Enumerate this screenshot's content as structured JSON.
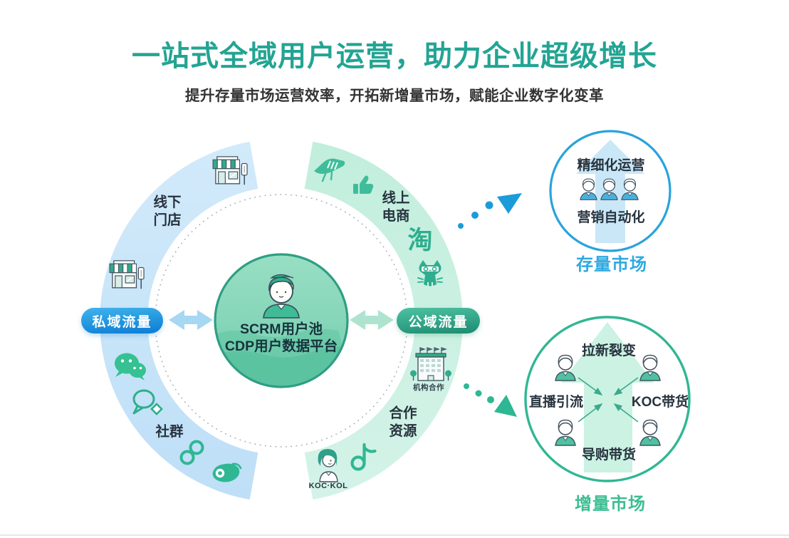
{
  "page": {
    "title": "一站式全域用户运营，助力企业超级增长",
    "subtitle": "提升存量市场运营效率，开拓新增量市场，赋能企业数字化变革"
  },
  "center": {
    "line1": "SCRM用户池",
    "line2": "CDP用户数据平台",
    "icon": "user-avatar-icon"
  },
  "private_domain": {
    "pill_label": "私域流量",
    "offline_store_label": "线下门店",
    "community_label": "社群",
    "icons": [
      "storefront-icon",
      "storefront-icon",
      "wechat-icon",
      "chat-bubble-icon",
      "infinity-icon",
      "weibo-icon"
    ]
  },
  "public_domain": {
    "pill_label": "公域流量",
    "ecommerce_label": "线上电商",
    "cooperation_label": "合作资源",
    "org_coop_label": "机构合作",
    "koc_kol_label": "KOC·KOL",
    "taobao_glyph": "淘",
    "icons": [
      "flying-mascot-icon",
      "thumbs-up-icon",
      "taobao-icon",
      "tmall-cat-icon",
      "building-icon",
      "tiktok-icon",
      "koc-person-icon"
    ]
  },
  "stock_market": {
    "refined_ops_label": "精细化运营",
    "marketing_automation_label": "营销自动化",
    "market_label": "存量市场",
    "avatar_count": 3
  },
  "incremental_market": {
    "new_user_fission_label": "拉新裂变",
    "live_stream_label": "直播引流",
    "koc_sales_label": "KOC带货",
    "guide_sales_label": "导购带货",
    "market_label": "增量市场",
    "avatar_count": 4
  },
  "colors": {
    "title_teal": "#23A493",
    "market_blue": "#2FA9DF",
    "market_green": "#3BBE92",
    "band_blue": "#C6E2F8",
    "band_mint": "#C9F0E2",
    "pill_blue": "#1E93DC",
    "pill_teal": "#2EA287",
    "center_green": "#6FCBAB"
  }
}
